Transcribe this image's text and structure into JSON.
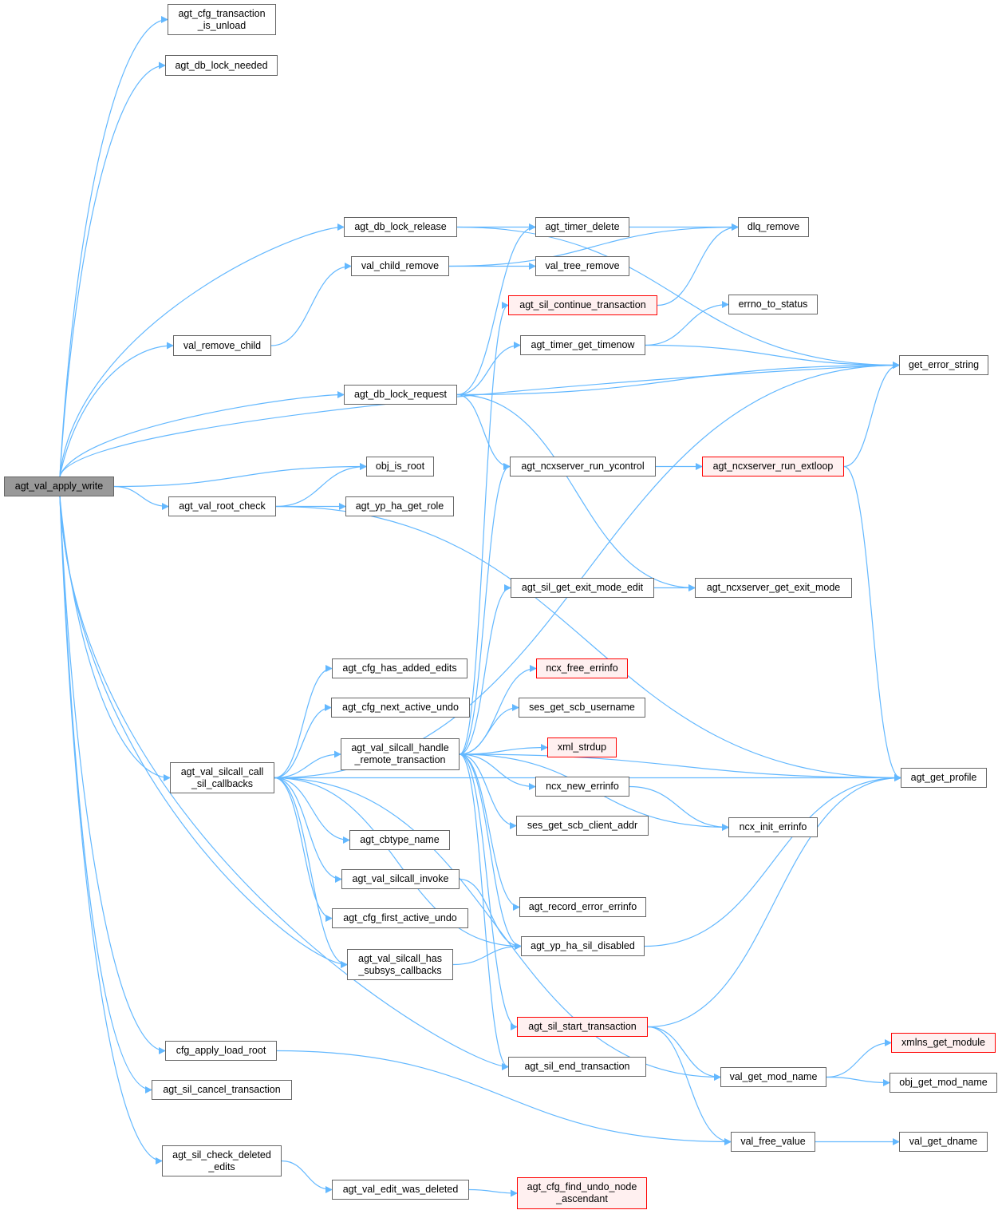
{
  "graph": {
    "type": "call-graph",
    "root": "agt_val_apply_write",
    "colors": {
      "edge": "#63b8ff",
      "node_border": "#666666",
      "root_fill": "#999999",
      "truncated_border": "#ff0000",
      "truncated_fill": "#fff0f0"
    },
    "nodes": [
      {
        "id": "apply_write",
        "lines": [
          "agt_val_apply_write"
        ],
        "style": "root"
      },
      {
        "id": "is_unload",
        "lines": [
          "agt_cfg_transaction",
          "_is_unload"
        ]
      },
      {
        "id": "lock_needed",
        "lines": [
          "agt_db_lock_needed"
        ]
      },
      {
        "id": "lock_release",
        "lines": [
          "agt_db_lock_release"
        ]
      },
      {
        "id": "child_remove",
        "lines": [
          "val_child_remove"
        ]
      },
      {
        "id": "remove_child",
        "lines": [
          "val_remove_child"
        ]
      },
      {
        "id": "lock_request",
        "lines": [
          "agt_db_lock_request"
        ]
      },
      {
        "id": "obj_is_root",
        "lines": [
          "obj_is_root"
        ]
      },
      {
        "id": "root_check",
        "lines": [
          "agt_val_root_check"
        ]
      },
      {
        "id": "get_role",
        "lines": [
          "agt_yp_ha_get_role"
        ]
      },
      {
        "id": "timer_delete",
        "lines": [
          "agt_timer_delete"
        ]
      },
      {
        "id": "tree_remove",
        "lines": [
          "val_tree_remove"
        ]
      },
      {
        "id": "continue_tx",
        "lines": [
          "agt_sil_continue_transaction"
        ],
        "style": "red"
      },
      {
        "id": "timenow",
        "lines": [
          "agt_timer_get_timenow"
        ]
      },
      {
        "id": "dlq_remove",
        "lines": [
          "dlq_remove"
        ]
      },
      {
        "id": "errno",
        "lines": [
          "errno_to_status"
        ]
      },
      {
        "id": "get_error_string",
        "lines": [
          "get_error_string"
        ]
      },
      {
        "id": "run_ycontrol",
        "lines": [
          "agt_ncxserver_run_ycontrol"
        ]
      },
      {
        "id": "run_extloop",
        "lines": [
          "agt_ncxserver_run_extloop"
        ],
        "style": "red"
      },
      {
        "id": "exit_mode_edit",
        "lines": [
          "agt_sil_get_exit_mode_edit"
        ]
      },
      {
        "id": "get_exit_mode",
        "lines": [
          "agt_ncxserver_get_exit_mode"
        ]
      },
      {
        "id": "has_added",
        "lines": [
          "agt_cfg_has_added_edits"
        ]
      },
      {
        "id": "next_undo",
        "lines": [
          "agt_cfg_next_active_undo"
        ]
      },
      {
        "id": "handle_remote",
        "lines": [
          "agt_val_silcall_handle",
          "_remote_transaction"
        ]
      },
      {
        "id": "call_sil",
        "lines": [
          "agt_val_silcall_call",
          "_sil_callbacks"
        ]
      },
      {
        "id": "free_errinfo",
        "lines": [
          "ncx_free_errinfo"
        ],
        "style": "red"
      },
      {
        "id": "username",
        "lines": [
          "ses_get_scb_username"
        ]
      },
      {
        "id": "xml_strdup",
        "lines": [
          "xml_strdup"
        ],
        "style": "red"
      },
      {
        "id": "new_errinfo",
        "lines": [
          "ncx_new_errinfo"
        ]
      },
      {
        "id": "client_addr",
        "lines": [
          "ses_get_scb_client_addr"
        ]
      },
      {
        "id": "init_errinfo",
        "lines": [
          "ncx_init_errinfo"
        ]
      },
      {
        "id": "get_profile",
        "lines": [
          "agt_get_profile"
        ]
      },
      {
        "id": "cbtype_name",
        "lines": [
          "agt_cbtype_name"
        ]
      },
      {
        "id": "silcall_invoke",
        "lines": [
          "agt_val_silcall_invoke"
        ]
      },
      {
        "id": "record_error",
        "lines": [
          "agt_record_error_errinfo"
        ]
      },
      {
        "id": "first_undo",
        "lines": [
          "agt_cfg_first_active_undo"
        ]
      },
      {
        "id": "sil_disabled",
        "lines": [
          "agt_yp_ha_sil_disabled"
        ]
      },
      {
        "id": "has_subsys",
        "lines": [
          "agt_val_silcall_has",
          "_subsys_callbacks"
        ]
      },
      {
        "id": "start_tx",
        "lines": [
          "agt_sil_start_transaction"
        ],
        "style": "red"
      },
      {
        "id": "load_root",
        "lines": [
          "cfg_apply_load_root"
        ]
      },
      {
        "id": "end_tx",
        "lines": [
          "agt_sil_end_transaction"
        ]
      },
      {
        "id": "get_mod_name",
        "lines": [
          "val_get_mod_name"
        ]
      },
      {
        "id": "xmlns_module",
        "lines": [
          "xmlns_get_module"
        ],
        "style": "red"
      },
      {
        "id": "obj_mod_name",
        "lines": [
          "obj_get_mod_name"
        ]
      },
      {
        "id": "cancel_tx",
        "lines": [
          "agt_sil_cancel_transaction"
        ]
      },
      {
        "id": "free_value",
        "lines": [
          "val_free_value"
        ]
      },
      {
        "id": "get_dname",
        "lines": [
          "val_get_dname"
        ]
      },
      {
        "id": "check_deleted",
        "lines": [
          "agt_sil_check_deleted",
          "_edits"
        ]
      },
      {
        "id": "edit_deleted",
        "lines": [
          "agt_val_edit_was_deleted"
        ]
      },
      {
        "id": "find_undo",
        "lines": [
          "agt_cfg_find_undo_node",
          "_ascendant"
        ],
        "style": "red"
      }
    ],
    "edges": [
      [
        "apply_write",
        "is_unload"
      ],
      [
        "apply_write",
        "lock_needed"
      ],
      [
        "apply_write",
        "get_error_string"
      ],
      [
        "apply_write",
        "lock_release"
      ],
      [
        "apply_write",
        "remove_child"
      ],
      [
        "apply_write",
        "lock_request"
      ],
      [
        "apply_write",
        "obj_is_root"
      ],
      [
        "apply_write",
        "root_check"
      ],
      [
        "apply_write",
        "call_sil"
      ],
      [
        "apply_write",
        "has_subsys"
      ],
      [
        "apply_write",
        "load_root"
      ],
      [
        "apply_write",
        "cancel_tx"
      ],
      [
        "apply_write",
        "check_deleted"
      ],
      [
        "apply_write",
        "end_tx"
      ],
      [
        "lock_release",
        "timer_delete"
      ],
      [
        "lock_release",
        "get_error_string"
      ],
      [
        "child_remove",
        "tree_remove"
      ],
      [
        "child_remove",
        "dlq_remove"
      ],
      [
        "remove_child",
        "child_remove"
      ],
      [
        "lock_request",
        "timer_delete"
      ],
      [
        "lock_request",
        "timenow"
      ],
      [
        "lock_request",
        "get_error_string"
      ],
      [
        "lock_request",
        "run_ycontrol"
      ],
      [
        "lock_request",
        "get_exit_mode"
      ],
      [
        "root_check",
        "obj_is_root"
      ],
      [
        "root_check",
        "get_role"
      ],
      [
        "root_check",
        "get_profile"
      ],
      [
        "timer_delete",
        "dlq_remove"
      ],
      [
        "continue_tx",
        "dlq_remove"
      ],
      [
        "timenow",
        "errno"
      ],
      [
        "timenow",
        "get_error_string"
      ],
      [
        "run_ycontrol",
        "run_extloop"
      ],
      [
        "run_extloop",
        "get_error_string"
      ],
      [
        "run_extloop",
        "get_profile"
      ],
      [
        "exit_mode_edit",
        "get_exit_mode"
      ],
      [
        "call_sil",
        "get_error_string"
      ],
      [
        "call_sil",
        "get_profile"
      ],
      [
        "call_sil",
        "has_added"
      ],
      [
        "call_sil",
        "next_undo"
      ],
      [
        "call_sil",
        "handle_remote"
      ],
      [
        "call_sil",
        "cbtype_name"
      ],
      [
        "call_sil",
        "silcall_invoke"
      ],
      [
        "call_sil",
        "first_undo"
      ],
      [
        "call_sil",
        "has_subsys"
      ],
      [
        "call_sil",
        "sil_disabled"
      ],
      [
        "call_sil",
        "get_mod_name"
      ],
      [
        "handle_remote",
        "continue_tx"
      ],
      [
        "handle_remote",
        "run_ycontrol"
      ],
      [
        "handle_remote",
        "exit_mode_edit"
      ],
      [
        "handle_remote",
        "free_errinfo"
      ],
      [
        "handle_remote",
        "username"
      ],
      [
        "handle_remote",
        "xml_strdup"
      ],
      [
        "handle_remote",
        "new_errinfo"
      ],
      [
        "handle_remote",
        "client_addr"
      ],
      [
        "handle_remote",
        "init_errinfo"
      ],
      [
        "handle_remote",
        "record_error"
      ],
      [
        "handle_remote",
        "sil_disabled"
      ],
      [
        "handle_remote",
        "start_tx"
      ],
      [
        "handle_remote",
        "end_tx"
      ],
      [
        "handle_remote",
        "get_profile"
      ],
      [
        "new_errinfo",
        "init_errinfo"
      ],
      [
        "silcall_invoke",
        "sil_disabled"
      ],
      [
        "has_subsys",
        "sil_disabled"
      ],
      [
        "sil_disabled",
        "get_profile"
      ],
      [
        "start_tx",
        "get_profile"
      ],
      [
        "start_tx",
        "get_mod_name"
      ],
      [
        "start_tx",
        "free_value"
      ],
      [
        "get_mod_name",
        "xmlns_module"
      ],
      [
        "get_mod_name",
        "obj_mod_name"
      ],
      [
        "free_value",
        "get_dname"
      ],
      [
        "load_root",
        "free_value"
      ],
      [
        "check_deleted",
        "edit_deleted"
      ],
      [
        "edit_deleted",
        "find_undo"
      ]
    ]
  }
}
